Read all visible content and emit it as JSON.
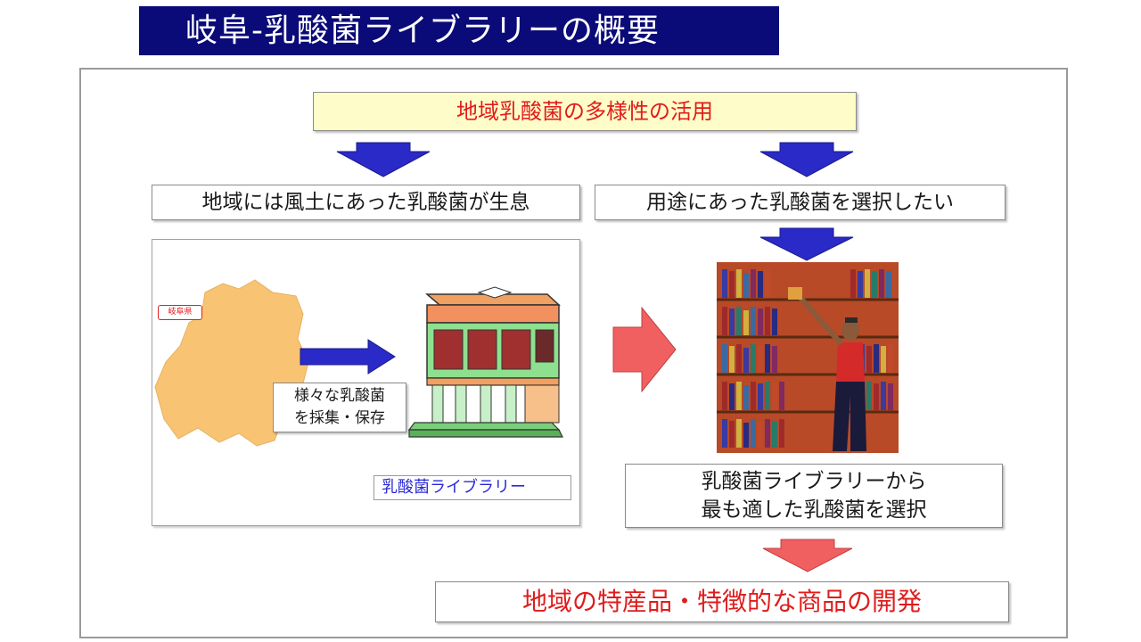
{
  "header": {
    "title": "岐阜-乳酸菌ライブラリーの概要"
  },
  "diagram": {
    "top_banner": "地域乳酸菌の多様性の活用",
    "left_statement": "地域には風土にあった乳酸菌が生息",
    "right_statement": "用途にあった乳酸菌を選択したい",
    "prefecture_label": "岐阜県",
    "collect_line1": "様々な乳酸菌",
    "collect_line2": "を採集・保存",
    "library_label": "乳酸菌ライブラリー",
    "select_line1": "乳酸菌ライブラリーから",
    "select_line2": "最も適した乳酸菌を選択",
    "outcome": "地域の特産品・特徴的な商品の開発"
  },
  "colors": {
    "title_bg": "#0a0a78",
    "banner_bg": "#fefcc8",
    "accent_red": "#e01c1c",
    "arrow_blue": "#2a2ac8",
    "arrow_red": "#f06060",
    "map_fill": "#f8c474",
    "library_blue": "#2a2ad8"
  },
  "icons": [
    "down-arrow-icon",
    "right-arrow-icon",
    "map-illustration",
    "library-building-illustration",
    "bookshelf-illustration"
  ]
}
